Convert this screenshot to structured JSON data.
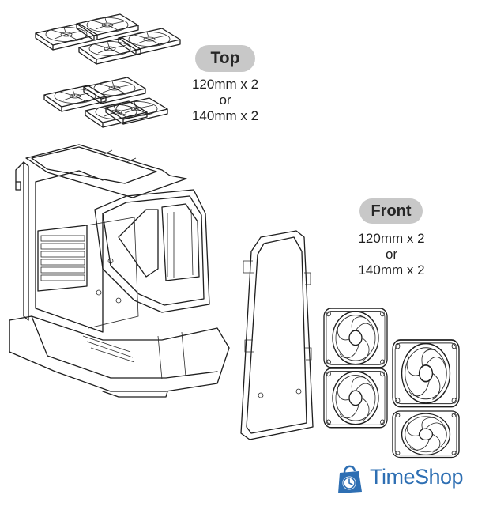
{
  "labels": {
    "top": {
      "title": "Top",
      "line1": "120mm x 2",
      "line2": "or",
      "line3": "140mm x 2"
    },
    "front": {
      "title": "Front",
      "line1": "120mm x 2",
      "line2": "or",
      "line3": "140mm x 2"
    }
  },
  "watermark": {
    "text": "TimeShop",
    "color": "#2e6fb3",
    "icon": "shopping-bag-clock-icon"
  },
  "colors": {
    "line": "#1e1e1e",
    "pill": "#c8c8c8"
  }
}
